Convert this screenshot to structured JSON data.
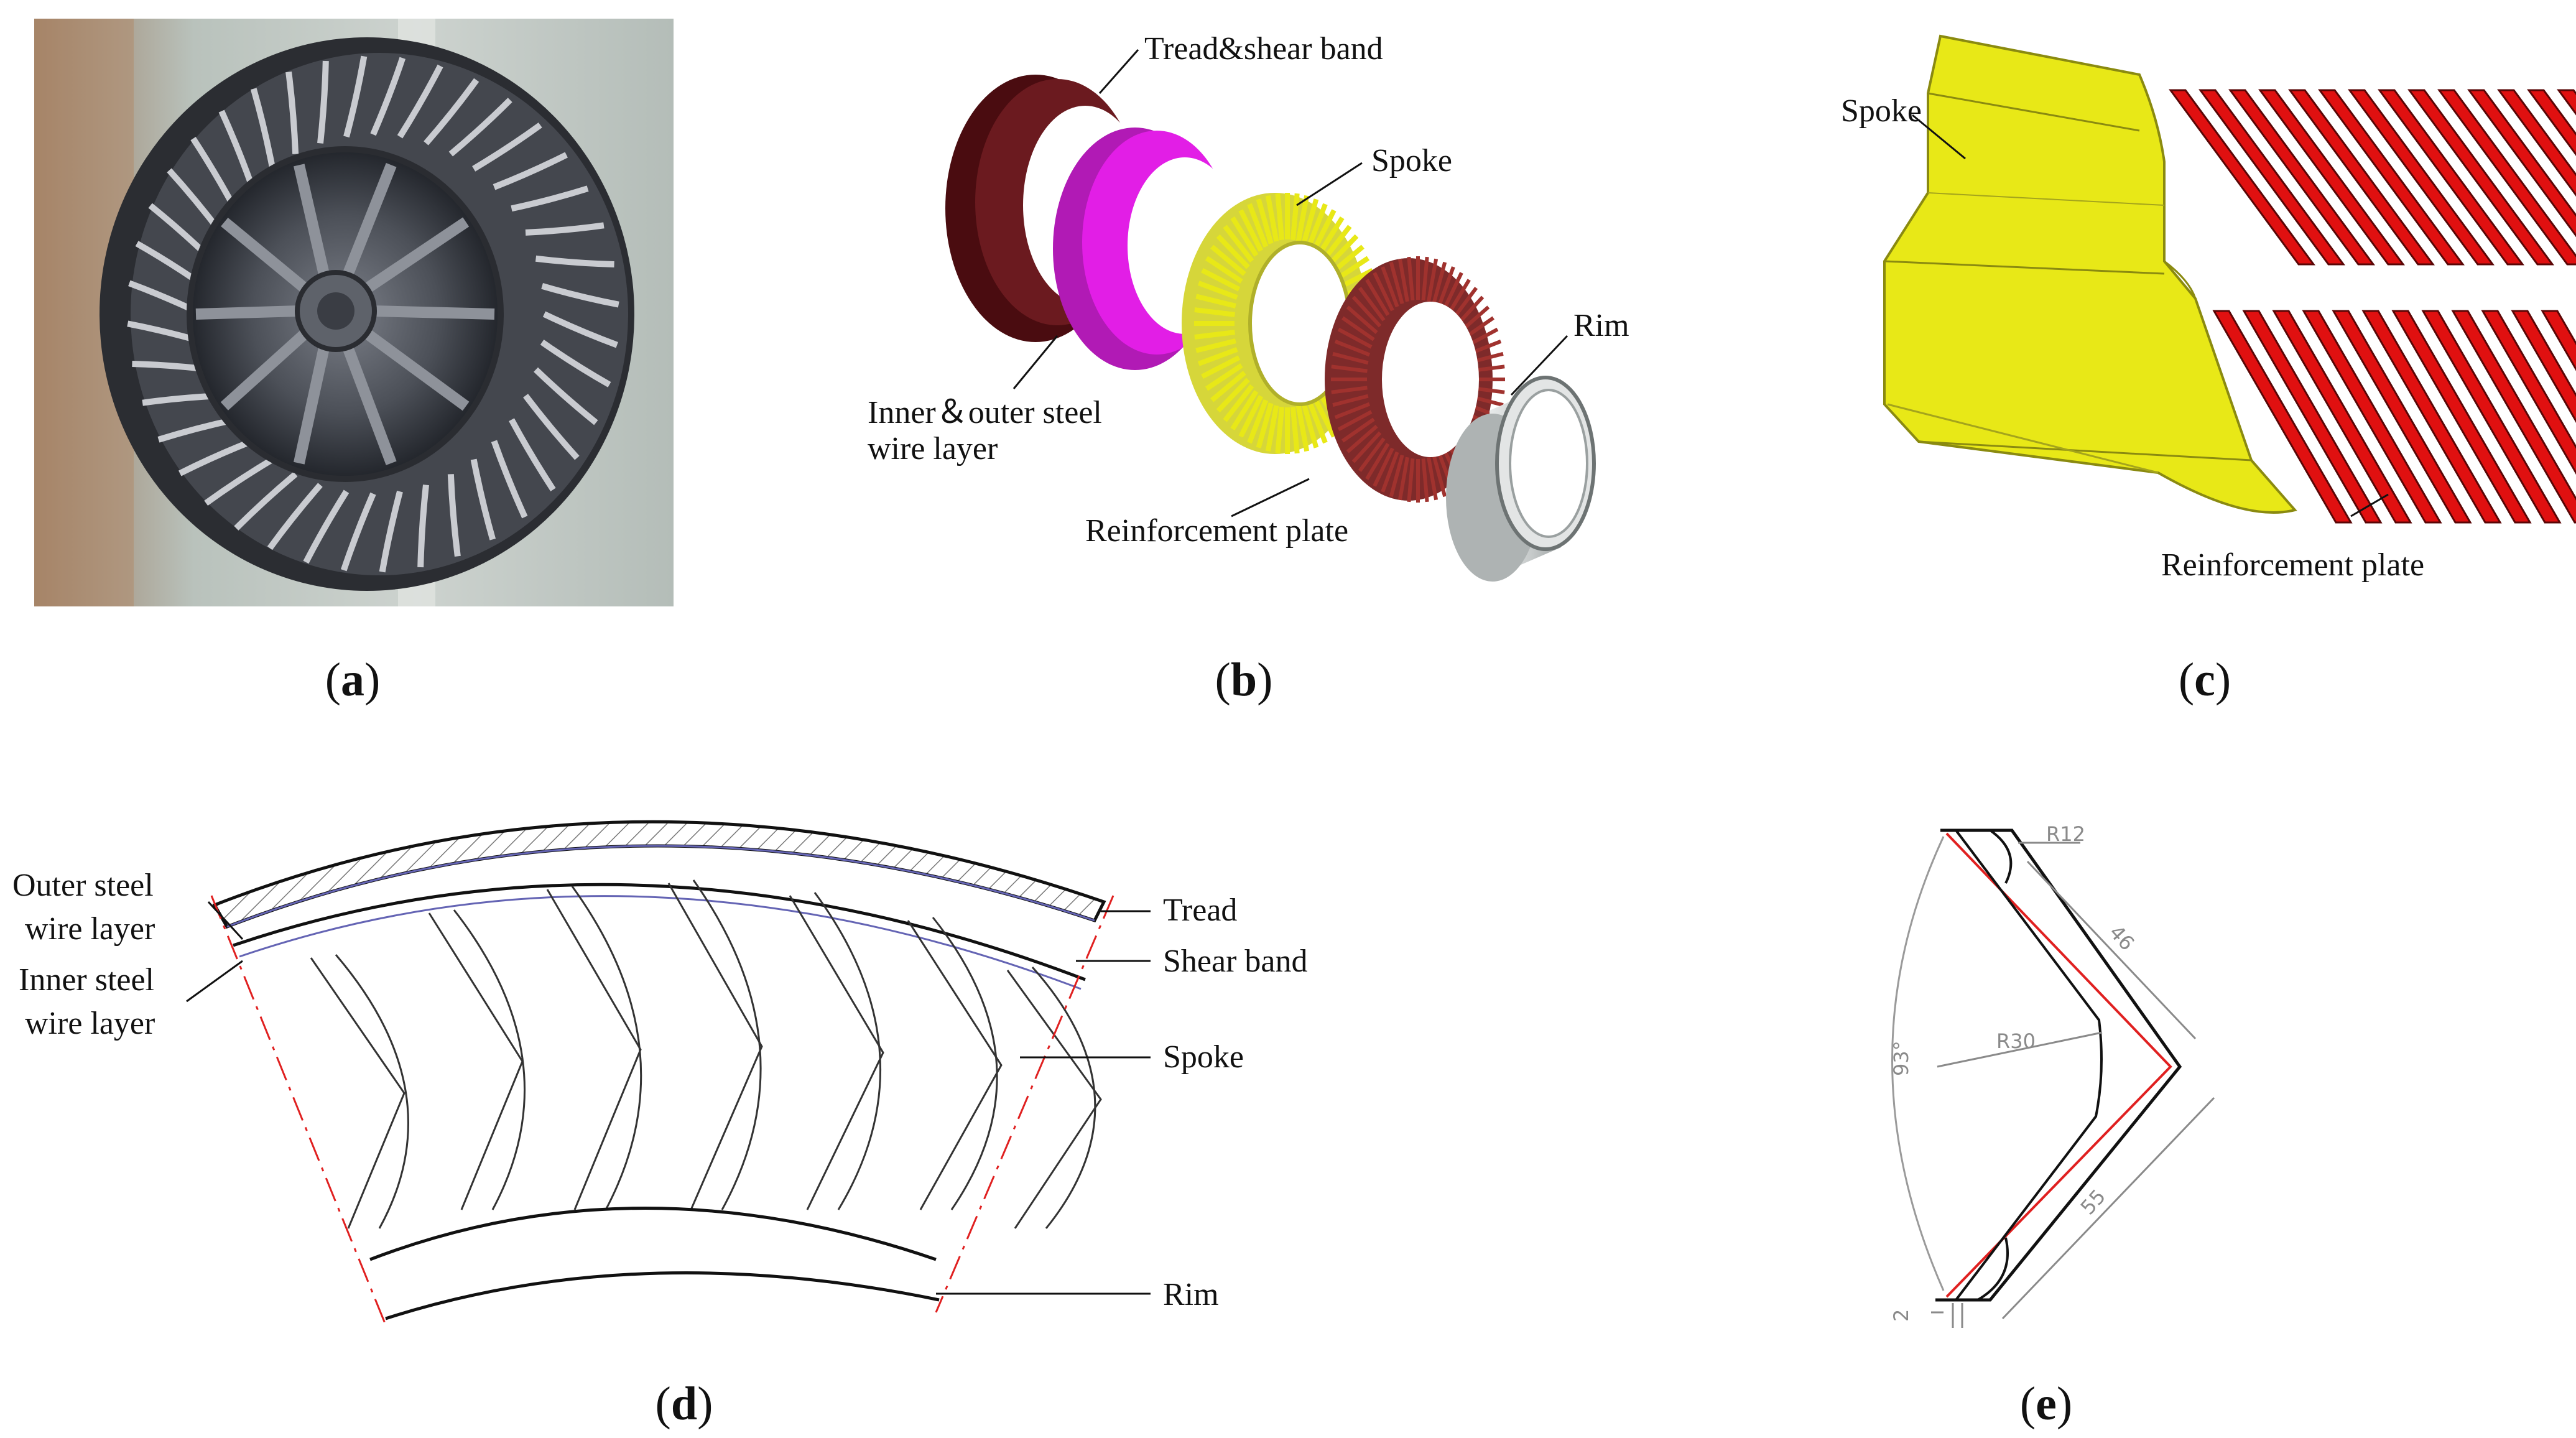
{
  "panels": {
    "a": {
      "caption_letter": "a"
    },
    "b": {
      "caption_letter": "b",
      "labels": {
        "tread_shear": "Tread&shear band",
        "spoke": "Spoke",
        "rim": "Rim",
        "wire_line1": "Inner＆outer steel",
        "wire_line2": "wire layer",
        "reinforcement": "Reinforcement plate"
      }
    },
    "c": {
      "caption_letter": "c",
      "labels": {
        "spoke": "Spoke",
        "reinforcement": "Reinforcement plate"
      }
    },
    "d": {
      "caption_letter": "d",
      "labels": {
        "outer_line1": "Outer steel",
        "outer_line2": "wire layer",
        "inner_line1": "Inner steel",
        "inner_line2": "wire layer",
        "tread": "Tread",
        "shear_band": "Shear band",
        "spoke": "Spoke",
        "rim": "Rim"
      }
    },
    "e": {
      "caption_letter": "e",
      "dimensions": {
        "r12": "R12",
        "len46": "46",
        "r30": "R30",
        "angle": "93°",
        "len55": "55",
        "thickness": "2"
      }
    }
  },
  "colors": {
    "tread": "#5a0f14",
    "wire_layer": "#e21ee6",
    "spoke_yellow": "#e8e817",
    "reinforcement_red": "#e01010",
    "rim_grey": "#c8cccc"
  }
}
